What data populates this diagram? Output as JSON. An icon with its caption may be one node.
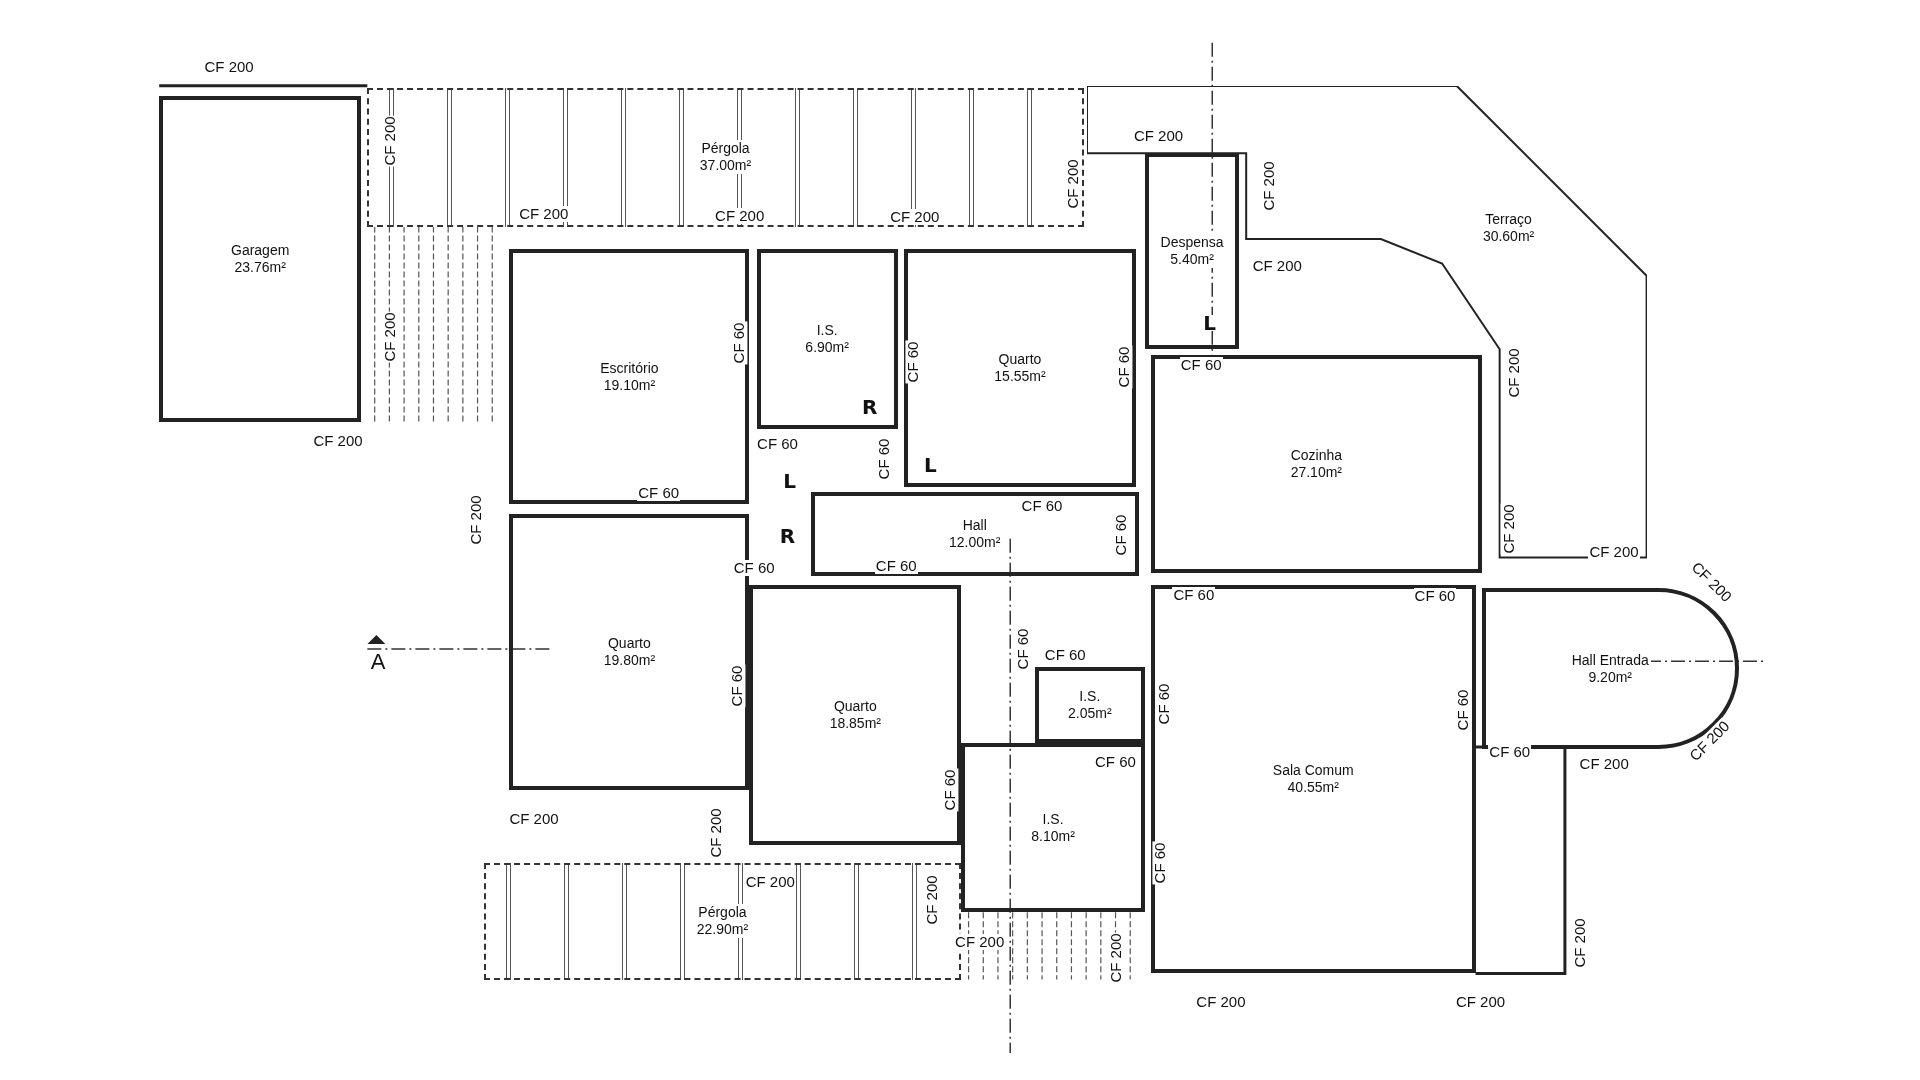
{
  "diagram": {
    "nodes": [
      {
        "text": [
          "Pérgola",
          "37.00m²"
        ]
      },
      {
        "text": [
          "Terraço",
          "30.60m²"
        ]
      },
      {
        "text": [
          "Garagem",
          "23.76m²"
        ]
      },
      {
        "text": [
          "Despensa",
          "5.40m²"
        ]
      },
      {
        "text": [
          "Escritório",
          "19.10m²"
        ]
      },
      {
        "text": [
          "I.S.",
          "6.90m²"
        ]
      },
      {
        "text": [
          "Quarto",
          "15.55m²"
        ]
      },
      {
        "text": [
          "Cozinha",
          "27.10m²"
        ]
      },
      {
        "text": [
          "Hall",
          "12.00m²"
        ]
      },
      {
        "text": [
          "Quarto",
          "19.80m²"
        ]
      },
      {
        "text": [
          "Quarto",
          "18.85m²"
        ]
      },
      {
        "text": [
          "I.S.",
          "2.05m²"
        ]
      },
      {
        "text": [
          "Sala Comum",
          "40.55m²"
        ]
      },
      {
        "text": [
          "Hall Entrada",
          "9.20m²"
        ]
      },
      {
        "text": [
          "I.S.",
          "8.10m²"
        ]
      },
      {
        "text": [
          "Pérgola",
          "22.90m²"
        ]
      }
    ],
    "labels": [
      "CF 200",
      "CF 200",
      "CF 200",
      "CF 200",
      "CF 200",
      "CF 200",
      "CF 200",
      "CF 200",
      "CF 200",
      "R",
      "CF 200",
      "CF 60",
      "CF 60",
      "CF 60",
      "CF 60",
      "CF 200",
      "L",
      "CF 200",
      "CF 60",
      "CF 60",
      "L",
      "L",
      "CF 60",
      "CF 60",
      "CF 200",
      "R",
      "CF 60",
      "CF 200",
      "CF 200",
      "CF 200",
      "CF 60",
      "CF 60",
      "CF 60",
      "CF 60",
      "CF 60",
      "CF 60",
      "A",
      "CF 60",
      "CF 60",
      "CF 60",
      "CF 200",
      "CF 60",
      "CF 60",
      "CF 200",
      "CF 60",
      "CF 200",
      "CF 200",
      "CF 60",
      "CF 200",
      "CF 200",
      "CF 200",
      "CF 200",
      "CF 200",
      "CF 200",
      "CF 200"
    ]
  }
}
